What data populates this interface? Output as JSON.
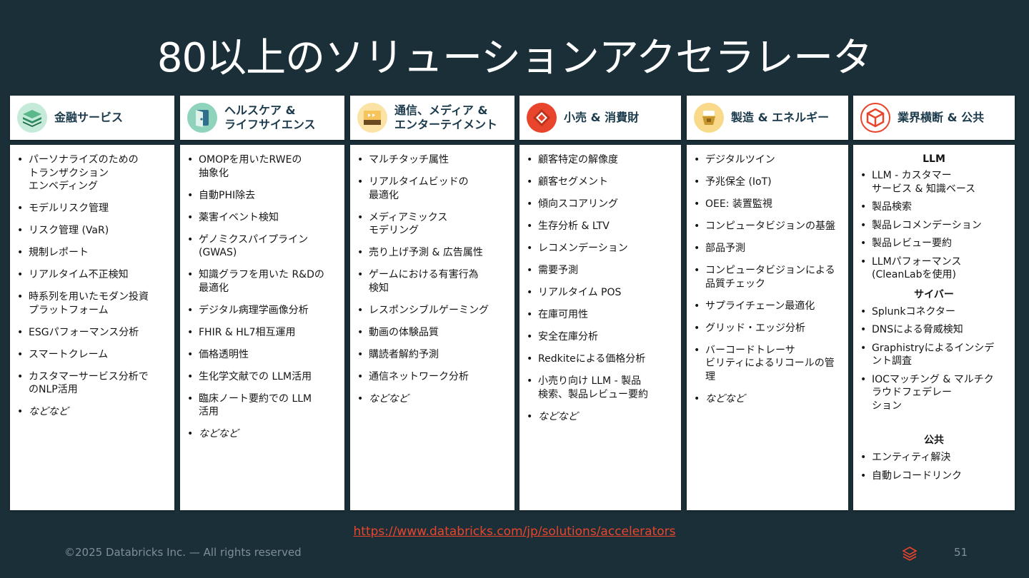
{
  "title": "80以上のソリューションアクセラレータ",
  "columns": [
    {
      "header": "金融サービス",
      "items": [
        "パーソナライズのための\nトランザクション\nエンベディング",
        "モデルリスク管理",
        "リスク管理 (VaR)",
        "規制レポート",
        "リアルタイム不正検知",
        "時系列を用いたモダン投資\nプラットフォーム",
        "ESGパフォーマンス分析",
        "スマートクレーム",
        "カスタマーサービス分析で\nのNLP活用"
      ],
      "etc": "などなど"
    },
    {
      "header": "ヘルスケア &\nライフサイエンス",
      "items": [
        "OMOPを用いたRWEの\n抽象化",
        "自動PHI除去",
        "薬害イベント検知",
        "ゲノミクスパイプライン\n(GWAS)",
        "知識グラフを用いた R&Dの\n最適化",
        "デジタル病理学画像分析",
        "FHIR & HL7相互運用",
        "価格透明性",
        "生化学文献での LLM活用",
        "臨床ノート要約での LLM\n活用"
      ],
      "etc": "などなど"
    },
    {
      "header": "通信、メディア &\nエンターテイメント",
      "items": [
        "マルチタッチ属性",
        "リアルタイムビッドの\n最適化",
        "メディアミックス\nモデリング",
        "売り上げ予測 & 広告属性",
        "ゲームにおける有害行為\n検知",
        "レスポンシブルゲーミング",
        "動画の体験品質",
        "購読者解約予測",
        "通信ネットワーク分析"
      ],
      "etc": "などなど"
    },
    {
      "header": "小売 & 消費財",
      "items": [
        "顧客特定の解像度",
        "顧客セグメント",
        "傾向スコアリング",
        "生存分析 & LTV",
        "レコメンデーション",
        "需要予測",
        "リアルタイム POS",
        "在庫可用性",
        "安全在庫分析",
        "Redkiteによる価格分析",
        "小売り向け LLM - 製品\n検索、製品レビュー要約"
      ],
      "etc": "などなど"
    },
    {
      "header": "製造 & エネルギー",
      "items": [
        "デジタルツイン",
        "予兆保全 (IoT)",
        "OEE: 装置監視",
        "コンピュータビジョンの基盤",
        "部品予測",
        "コンピュータビジョンによる\n品質チェック",
        "サプライチェーン最適化",
        "グリッド・エッジ分析",
        "バーコードトレーサ\nビリティによるリコールの管\n理"
      ],
      "etc": "などなど"
    },
    {
      "header": "業界横断 & 公共",
      "sections": [
        {
          "title": "LLM",
          "items": [
            "LLM - カスタマー\nサービス & 知識ベース",
            "製品検索",
            "製品レコメンデーション",
            "製品レビュー要約",
            "LLMパフォーマンス\n(CleanLabを使用)"
          ]
        },
        {
          "title": "サイバー",
          "items": [
            "Splunkコネクター",
            "DNSによる脅威検知",
            "Graphistryによるインシデ\nント調査",
            "IOCマッチング & マルチク\nラウドフェデレー\nション"
          ]
        },
        {
          "title": "公共",
          "items": [
            "エンティティ解決",
            "自動レコードリンク"
          ]
        }
      ]
    }
  ],
  "url": "https://www.databricks.com/jp/solutions/accelerators",
  "footer": "©2025 Databricks Inc. — All rights reserved",
  "page_number": "51",
  "icons": [
    "layers-icon",
    "book-icon",
    "film-icon",
    "tag-icon",
    "factory-icon",
    "cube-icon"
  ],
  "colors": {
    "background": "#1b2f38",
    "header_text": "#1b3a4b",
    "link": "#e8452c",
    "footer": "#7f8f96"
  }
}
